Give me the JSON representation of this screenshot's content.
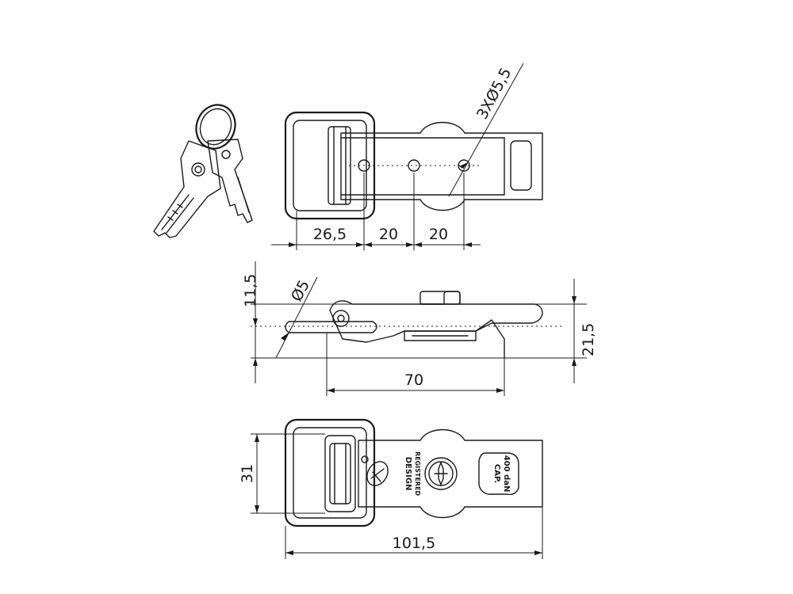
{
  "dimensions": {
    "top_26_5": "26,5",
    "top_20_a": "20",
    "top_20_b": "20",
    "holes": "3XØ5,5",
    "side_11_5": "11,5",
    "side_dia_5": "Ø5",
    "side_21_5": "21,5",
    "side_70": "70",
    "bottom_31": "31",
    "bottom_101_5": "101,5"
  },
  "plate_markings": {
    "design_line1": "DESIGN",
    "design_line2": "REGISTERED",
    "cap_line1": "CAP.",
    "cap_line2": "400 daN"
  }
}
